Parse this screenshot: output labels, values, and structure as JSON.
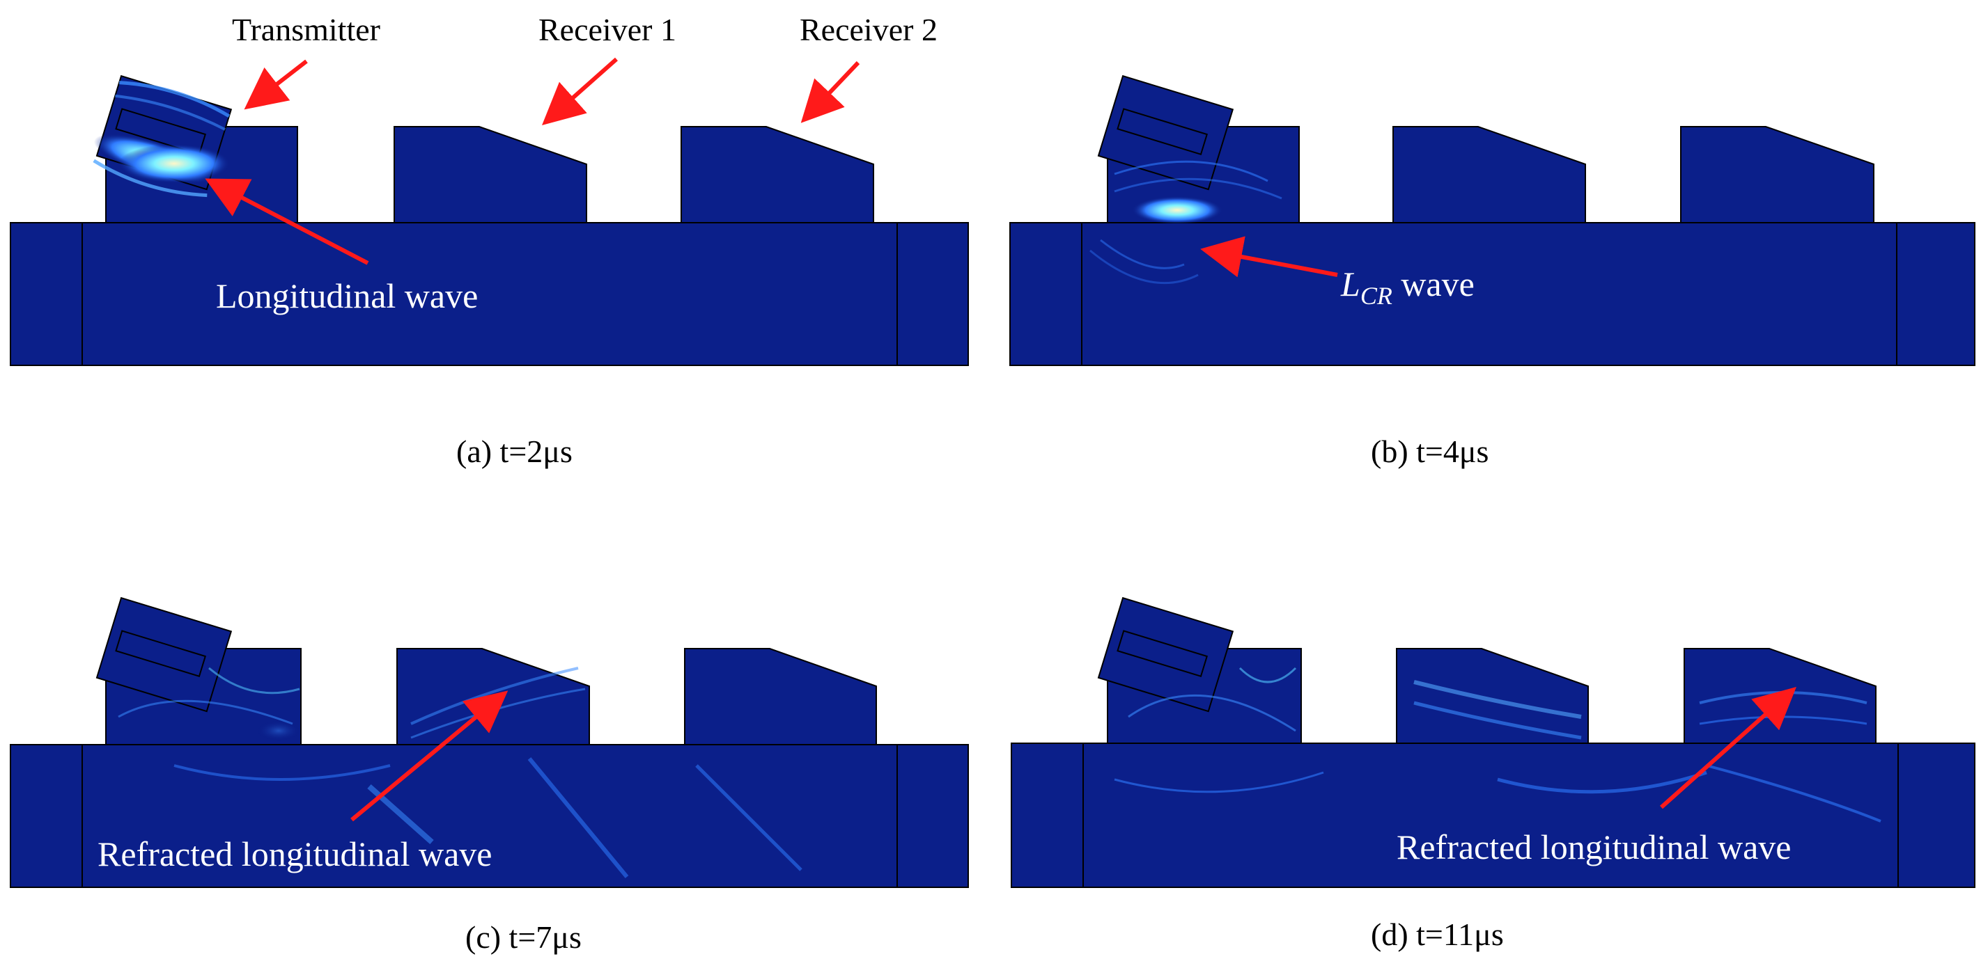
{
  "colors": {
    "field": "#0b1f8a",
    "field_dark": "#06126b",
    "wave": "#2f7bff",
    "wave_hot": "#8ff0ff",
    "arrow": "#ff1a1a",
    "outline": "#000000"
  },
  "labels": {
    "transmitter": "Transmitter",
    "receiver1": "Receiver 1",
    "receiver2": "Receiver 2",
    "longitudinal_wave": "Longitudinal wave",
    "lcr_main": "L",
    "lcr_sub": "CR",
    "lcr_wave": " wave",
    "refracted_c": "Refracted longitudinal wave",
    "refracted_d": "Refracted longitudinal wave"
  },
  "captions": {
    "a": "(a)  t=2μs",
    "b": "(b) t=4μs",
    "c": "(c) t=7μs",
    "d": "(d) t=11μs"
  }
}
